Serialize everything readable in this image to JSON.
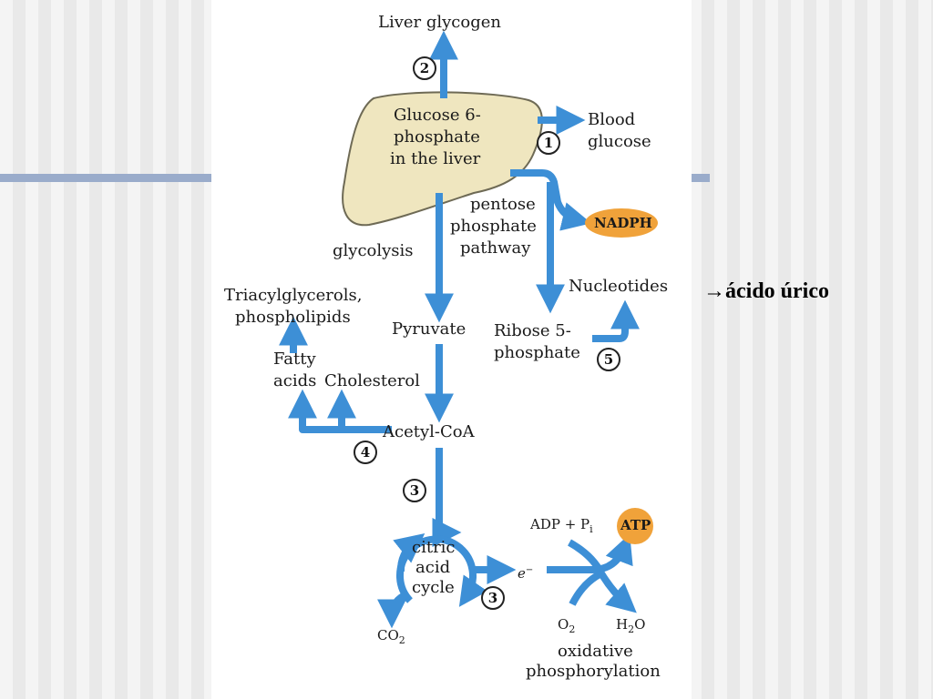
{
  "nodes": {
    "liver_glycogen": "Liver glycogen",
    "g6p_line1": "Glucose 6-",
    "g6p_line2": "phosphate",
    "g6p_line3": "in the liver",
    "blood_line1": "Blood",
    "blood_line2": "glucose",
    "pentose_line1": "pentose",
    "pentose_line2": "phosphate",
    "pentose_line3": "pathway",
    "nadph": "NADPH",
    "glycolysis": "glycolysis",
    "nucleotides": "Nucleotides",
    "triacyl_line1": "Triacylglycerols,",
    "triacyl_line2": "phospholipids",
    "pyruvate": "Pyruvate",
    "ribose_line1": "Ribose 5-",
    "ribose_line2": "phosphate",
    "fatty_line1": "Fatty",
    "fatty_line2": "acids",
    "cholesterol": "Cholesterol",
    "acetyl_coa": "Acetyl-CoA",
    "adp_pi": "ADP + P",
    "pi_sub": "i",
    "atp": "ATP",
    "citric_line1": "citric",
    "citric_line2": "acid",
    "citric_line3": "cycle",
    "electron": "e",
    "electron_sup": "−",
    "co2": "CO",
    "co2_sub": "2",
    "o2": "O",
    "o2_sub": "2",
    "h2o_h": "H",
    "h2o_sub": "2",
    "h2o_o": "O",
    "oxphos_line1": "oxidative",
    "oxphos_line2": "phosphorylation"
  },
  "step_numbers": [
    "1",
    "2",
    "3",
    "4",
    "5",
    "3"
  ],
  "slide_note": "→ácido úrico",
  "colors": {
    "arrow": "#3d8fd6",
    "liver": "#efe6bf",
    "liver_border": "#6e6a55",
    "cofactor": "#f0a23a",
    "bar": "#9aaccb"
  }
}
